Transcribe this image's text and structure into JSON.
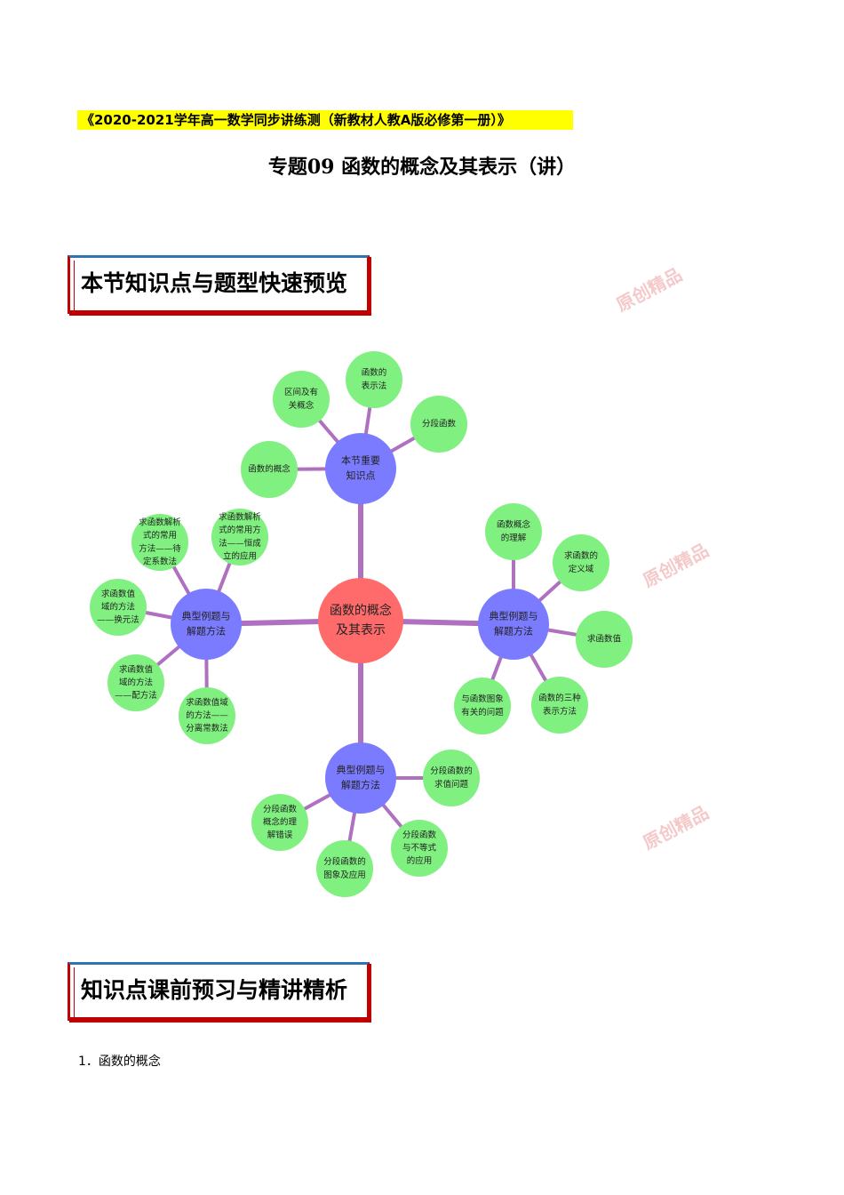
{
  "header": {
    "banner": "《2020-2021学年高一数学同步讲练测（新教材人教A版必修第一册）》",
    "title": "专题09 函数的概念及其表示（讲）"
  },
  "sections": {
    "preview": "本节知识点与题型快速预览",
    "analysis": "知识点课前预习与精讲精析"
  },
  "watermark": {
    "text": "原创精品"
  },
  "mindmap": {
    "center": [
      "函数的概念",
      "及其表示"
    ],
    "hubs": {
      "top": [
        "本节重要",
        "知识点"
      ],
      "right": [
        "典型例题与",
        "解题方法"
      ],
      "bottom": [
        "典型例题与",
        "解题方法"
      ],
      "left": [
        "典型例题与",
        "解题方法"
      ]
    },
    "leaves": {
      "top": [
        [
          "函数的概念"
        ],
        [
          "区间及有",
          "关概念"
        ],
        [
          "函数的",
          "表示法"
        ],
        [
          "分段函数"
        ]
      ],
      "right": [
        [
          "函数概念",
          "的理解"
        ],
        [
          "求函数的",
          "定义域"
        ],
        [
          "求函数值"
        ],
        [
          "函数的三种",
          "表示方法"
        ],
        [
          "与函数图象",
          "有关的问题"
        ]
      ],
      "bottom": [
        [
          "分段函数的",
          "求值问题"
        ],
        [
          "分段函数",
          "与不等式",
          "的应用"
        ],
        [
          "分段函数的",
          "图象及应用"
        ],
        [
          "分段函数",
          "概念的理",
          "解错误"
        ]
      ],
      "left": [
        [
          "求函数解析",
          "式的常用方",
          "法——恒成",
          "立的应用"
        ],
        [
          "求函数解析",
          "式的常用",
          "方法——待",
          "定系数法"
        ],
        [
          "求函数值",
          "域的方法",
          "——换元法"
        ],
        [
          "求函数值",
          "域的方法",
          "——配方法"
        ],
        [
          "求函数值域",
          "的方法——",
          "分离常数法"
        ]
      ]
    },
    "colors": {
      "center": "#ff6b6b",
      "hub": "#7b7bff",
      "leaf": "#80f080",
      "link": "#b070c0"
    }
  },
  "content": {
    "item1": "1．函数的概念"
  }
}
